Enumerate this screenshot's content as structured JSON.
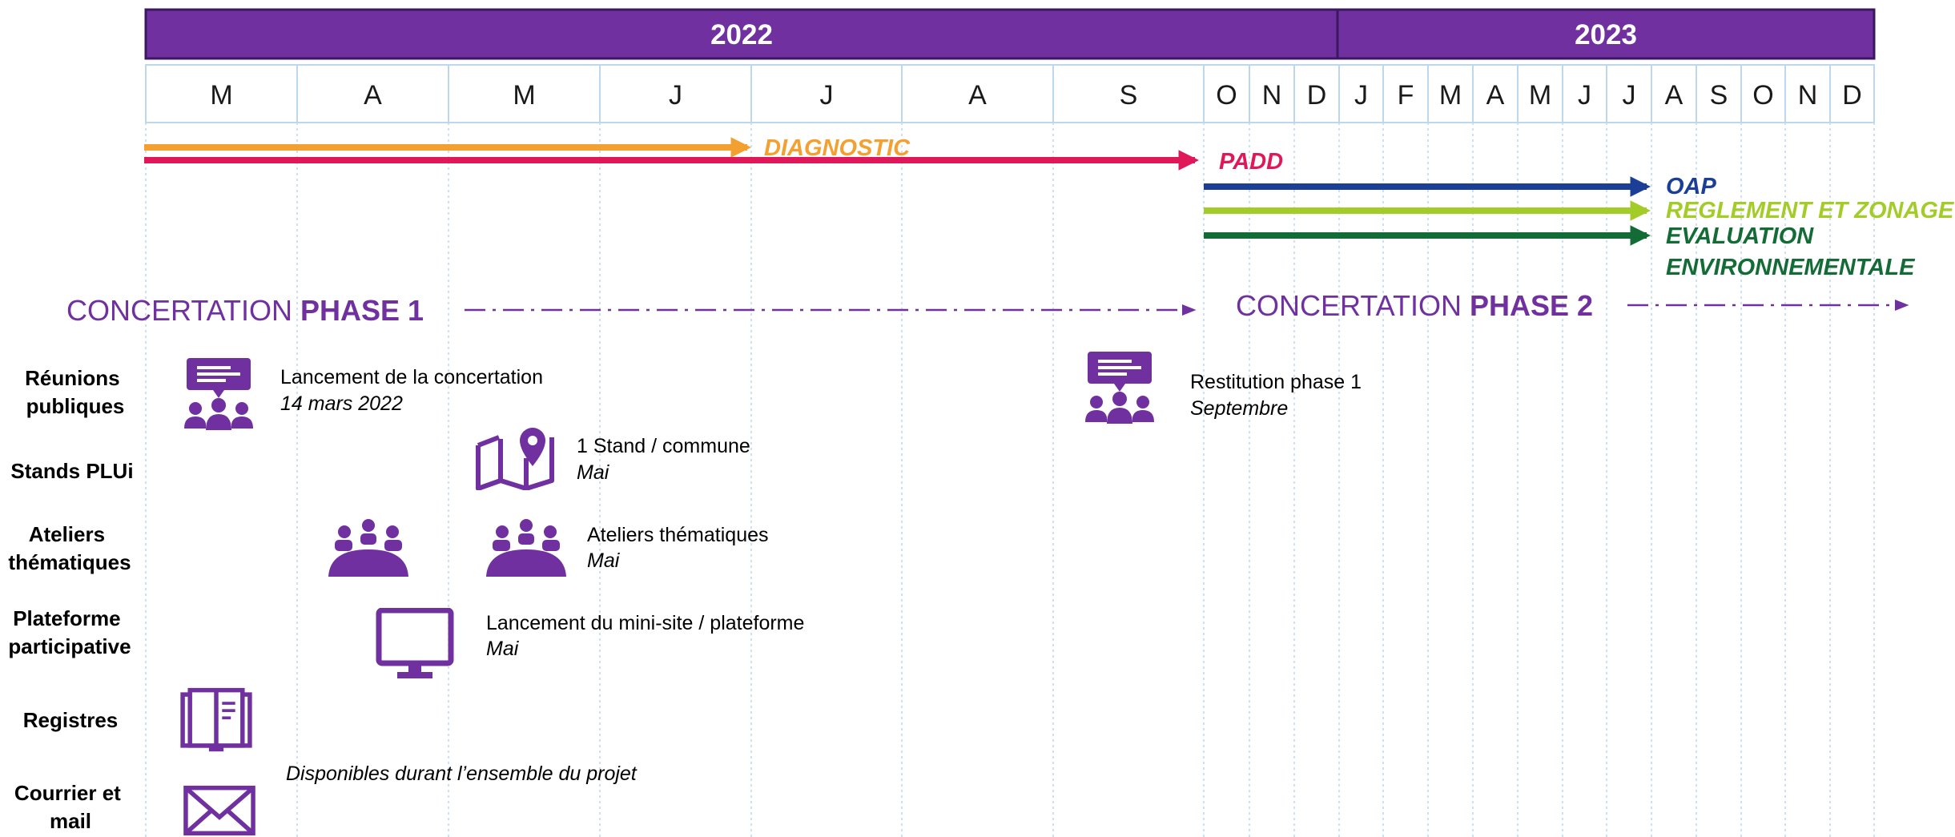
{
  "colors": {
    "purple": "#7030a0",
    "grid": "#bdd7ee",
    "diagnostic": "#f4a030",
    "padd": "#e0185a",
    "oap": "#1b3f96",
    "reglement": "#a3cc28",
    "evaluation": "#136b35"
  },
  "years": [
    {
      "label": "2022"
    },
    {
      "label": "2023"
    }
  ],
  "months": [
    "M",
    "A",
    "M",
    "J",
    "J",
    "A",
    "S",
    "O",
    "N",
    "D",
    "J",
    "F",
    "M",
    "A",
    "M",
    "J",
    "J",
    "A",
    "S",
    "O",
    "N",
    "D"
  ],
  "phases": [
    {
      "id": "diagnostic",
      "label": "DIAGNOSTIC",
      "color": "#f4a030"
    },
    {
      "id": "padd",
      "label": "PADD",
      "color": "#e0185a"
    },
    {
      "id": "oap",
      "label": "OAP",
      "color": "#1b3f96"
    },
    {
      "id": "reglement",
      "label": "REGLEMENT ET ZONAGE",
      "color": "#a3cc28"
    },
    {
      "id": "evaluation",
      "label_lines": [
        "EVALUATION",
        "ENVIRONNEMENTALE"
      ],
      "color": "#136b35"
    }
  ],
  "concertation": [
    {
      "prefix": "CONCERTATION ",
      "bold": "PHASE 1"
    },
    {
      "prefix": "CONCERTATION ",
      "bold": "PHASE 2"
    }
  ],
  "rows": [
    {
      "id": "reunions",
      "lines": [
        "Réunions",
        "publiques"
      ]
    },
    {
      "id": "stands",
      "lines": [
        "Stands PLUi"
      ]
    },
    {
      "id": "ateliers",
      "lines": [
        "Ateliers",
        "thématiques"
      ]
    },
    {
      "id": "plateforme",
      "lines": [
        "Plateforme",
        "participative"
      ]
    },
    {
      "id": "registres",
      "lines": [
        "Registres"
      ]
    },
    {
      "id": "courrier",
      "lines": [
        "Courrier et",
        "mail"
      ]
    }
  ],
  "events": [
    {
      "id": "lancement",
      "icon": "meeting-icon",
      "title": "Lancement de la concertation",
      "date": "14 mars 2022"
    },
    {
      "id": "restitution",
      "icon": "meeting-icon",
      "title": "Restitution phase 1",
      "date": "Septembre"
    },
    {
      "id": "stand",
      "icon": "map-pin-icon",
      "title": "1 Stand / commune",
      "date": "Mai"
    },
    {
      "id": "ateliers-a",
      "icon": "group-icon"
    },
    {
      "id": "ateliers-b",
      "icon": "group-icon",
      "title": "Ateliers thématiques",
      "date": "Mai"
    },
    {
      "id": "minisite",
      "icon": "monitor-icon",
      "title": "Lancement du mini-site / plateforme",
      "date": "Mai"
    },
    {
      "id": "registres",
      "icon": "register-book-icon"
    },
    {
      "id": "courrier",
      "icon": "envelope-icon"
    }
  ],
  "note": "Disponibles durant l’ensemble du projet"
}
